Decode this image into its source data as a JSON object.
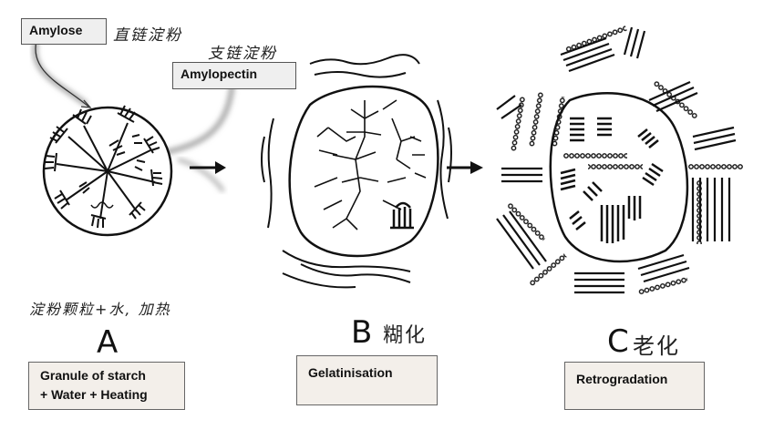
{
  "labels": {
    "amylose": "Amylose",
    "amylose_cn": "直链淀粉",
    "amylopectin": "Amylopectin",
    "amylopectin_cn": "支链淀粉",
    "condition_cn": "淀粉颗粒+水, 加热"
  },
  "stages": [
    {
      "letter": "A",
      "cn": "",
      "caption_lines": [
        "Granule of starch",
        "+ Water + Heating"
      ]
    },
    {
      "letter": "B",
      "cn": "糊化",
      "caption_lines": [
        "Gelatinisation"
      ]
    },
    {
      "letter": "C",
      "cn": "老化",
      "caption_lines": [
        "Retrogradation"
      ]
    }
  ]
}
